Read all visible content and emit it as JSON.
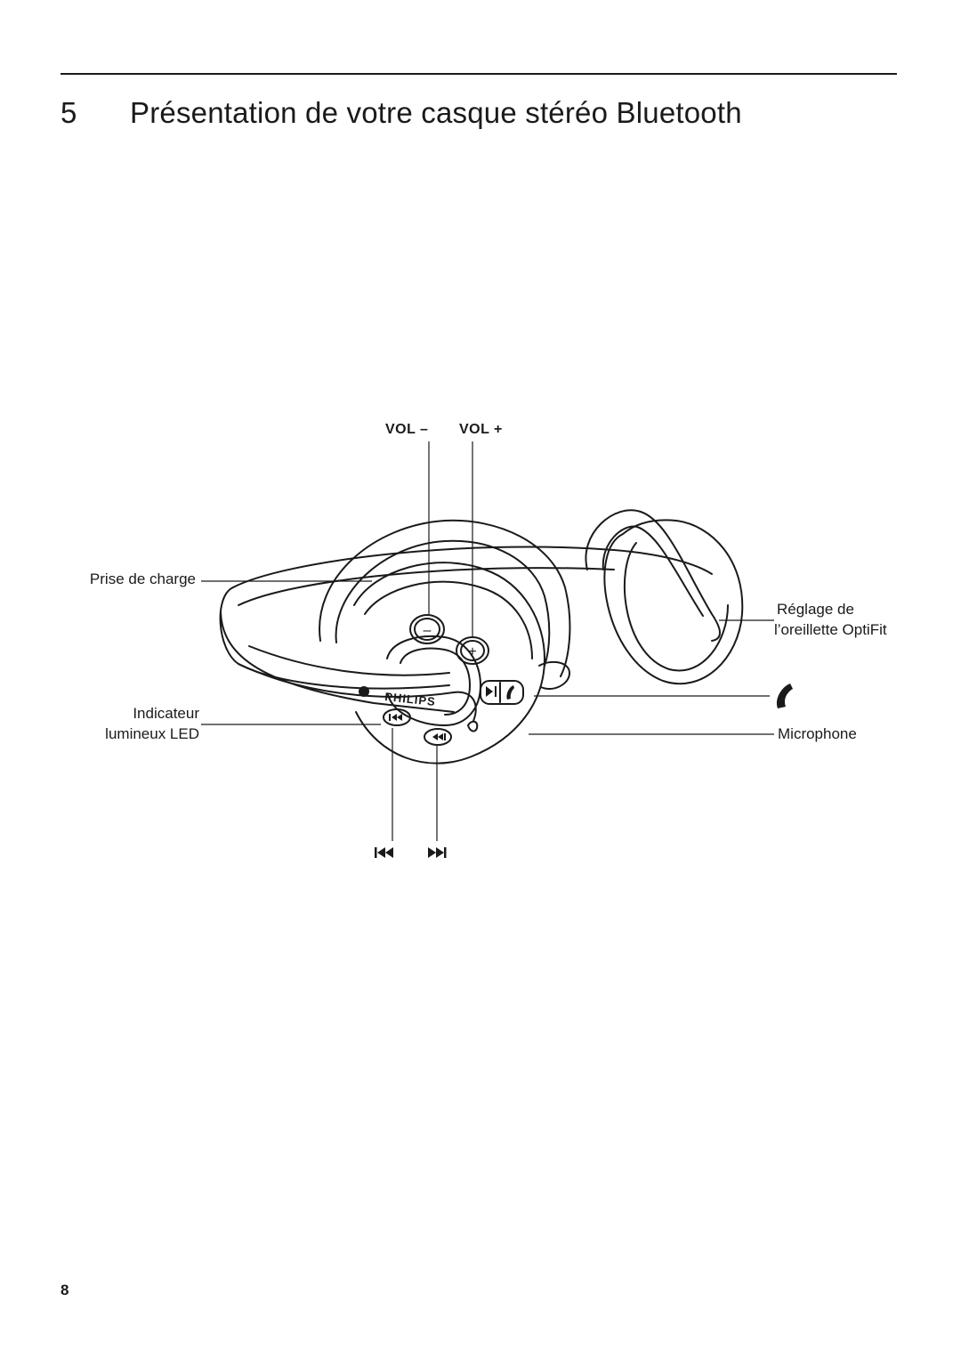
{
  "section": {
    "number": "5",
    "title": "Présentation de votre casque stéréo Bluetooth"
  },
  "callouts": {
    "vol_minus": "VOL –",
    "vol_plus": "VOL +",
    "charging_port": "Prise de charge",
    "led_line1": "Indicateur",
    "led_line2": "lumineux LED",
    "optifit_line1": "Réglage de",
    "optifit_line2": "l’oreillette OptiFit",
    "microphone": "Microphone"
  },
  "device": {
    "brand": "PHILIPS",
    "button_minus": "–",
    "button_plus": "+"
  },
  "icons": {
    "previous_track": "skip-back-icon",
    "next_track": "skip-forward-icon",
    "call": "phone-handset-icon",
    "play_pause": "play-pause-icon"
  },
  "page": {
    "number": "8"
  }
}
